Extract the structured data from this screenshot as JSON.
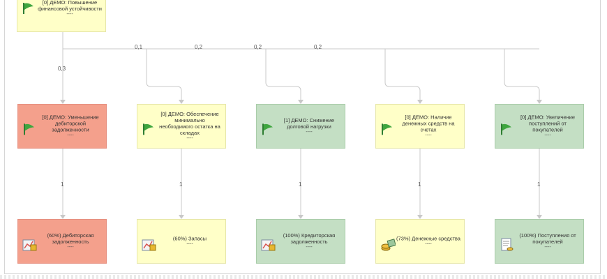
{
  "root": {
    "title": "[0] ДЕМО: Повышение финансовой устойчивости",
    "dash": "----",
    "color": "#ffffc8"
  },
  "goals": [
    {
      "title": "[0] ДЕМО: Уменьшение дебиторской задолженности",
      "dash": "----",
      "color": "#f4a08c",
      "weight": "0,3"
    },
    {
      "title": "[0] ДЕМО: Обеспечение минимально необходимого остатка на складах",
      "dash": "----",
      "color": "#ffffc8",
      "weight": "0,1"
    },
    {
      "title": "[1] ДЕМО: Снижение долговой нагрузки",
      "dash": "----",
      "color": "#c4dfc4",
      "weight": "0,2"
    },
    {
      "title": "[0] ДЕМО: Наличие денежных средств на счетах",
      "dash": "----",
      "color": "#ffffc8",
      "weight": "0,2"
    },
    {
      "title": "[0] ДЕМО: Увеличение поступлений от покупателей",
      "dash": "----",
      "color": "#c4dfc4",
      "weight": "0,2"
    }
  ],
  "indicators": [
    {
      "title": "(60%) Дебиторская задолженность",
      "dash": "----",
      "icon": "chart-icon",
      "weight": "1"
    },
    {
      "title": "(60%) Запасы",
      "dash": "----",
      "icon": "chart-icon",
      "weight": "1"
    },
    {
      "title": "(100%) Кредиторская задолженность",
      "dash": "----",
      "icon": "chart-icon",
      "weight": "1"
    },
    {
      "title": "(73%) Денежные средства",
      "dash": "----",
      "icon": "coins-icon",
      "weight": "1"
    },
    {
      "title": "(100%) Поступления от покупателей",
      "dash": "----",
      "icon": "document-icon",
      "weight": "1"
    }
  ]
}
